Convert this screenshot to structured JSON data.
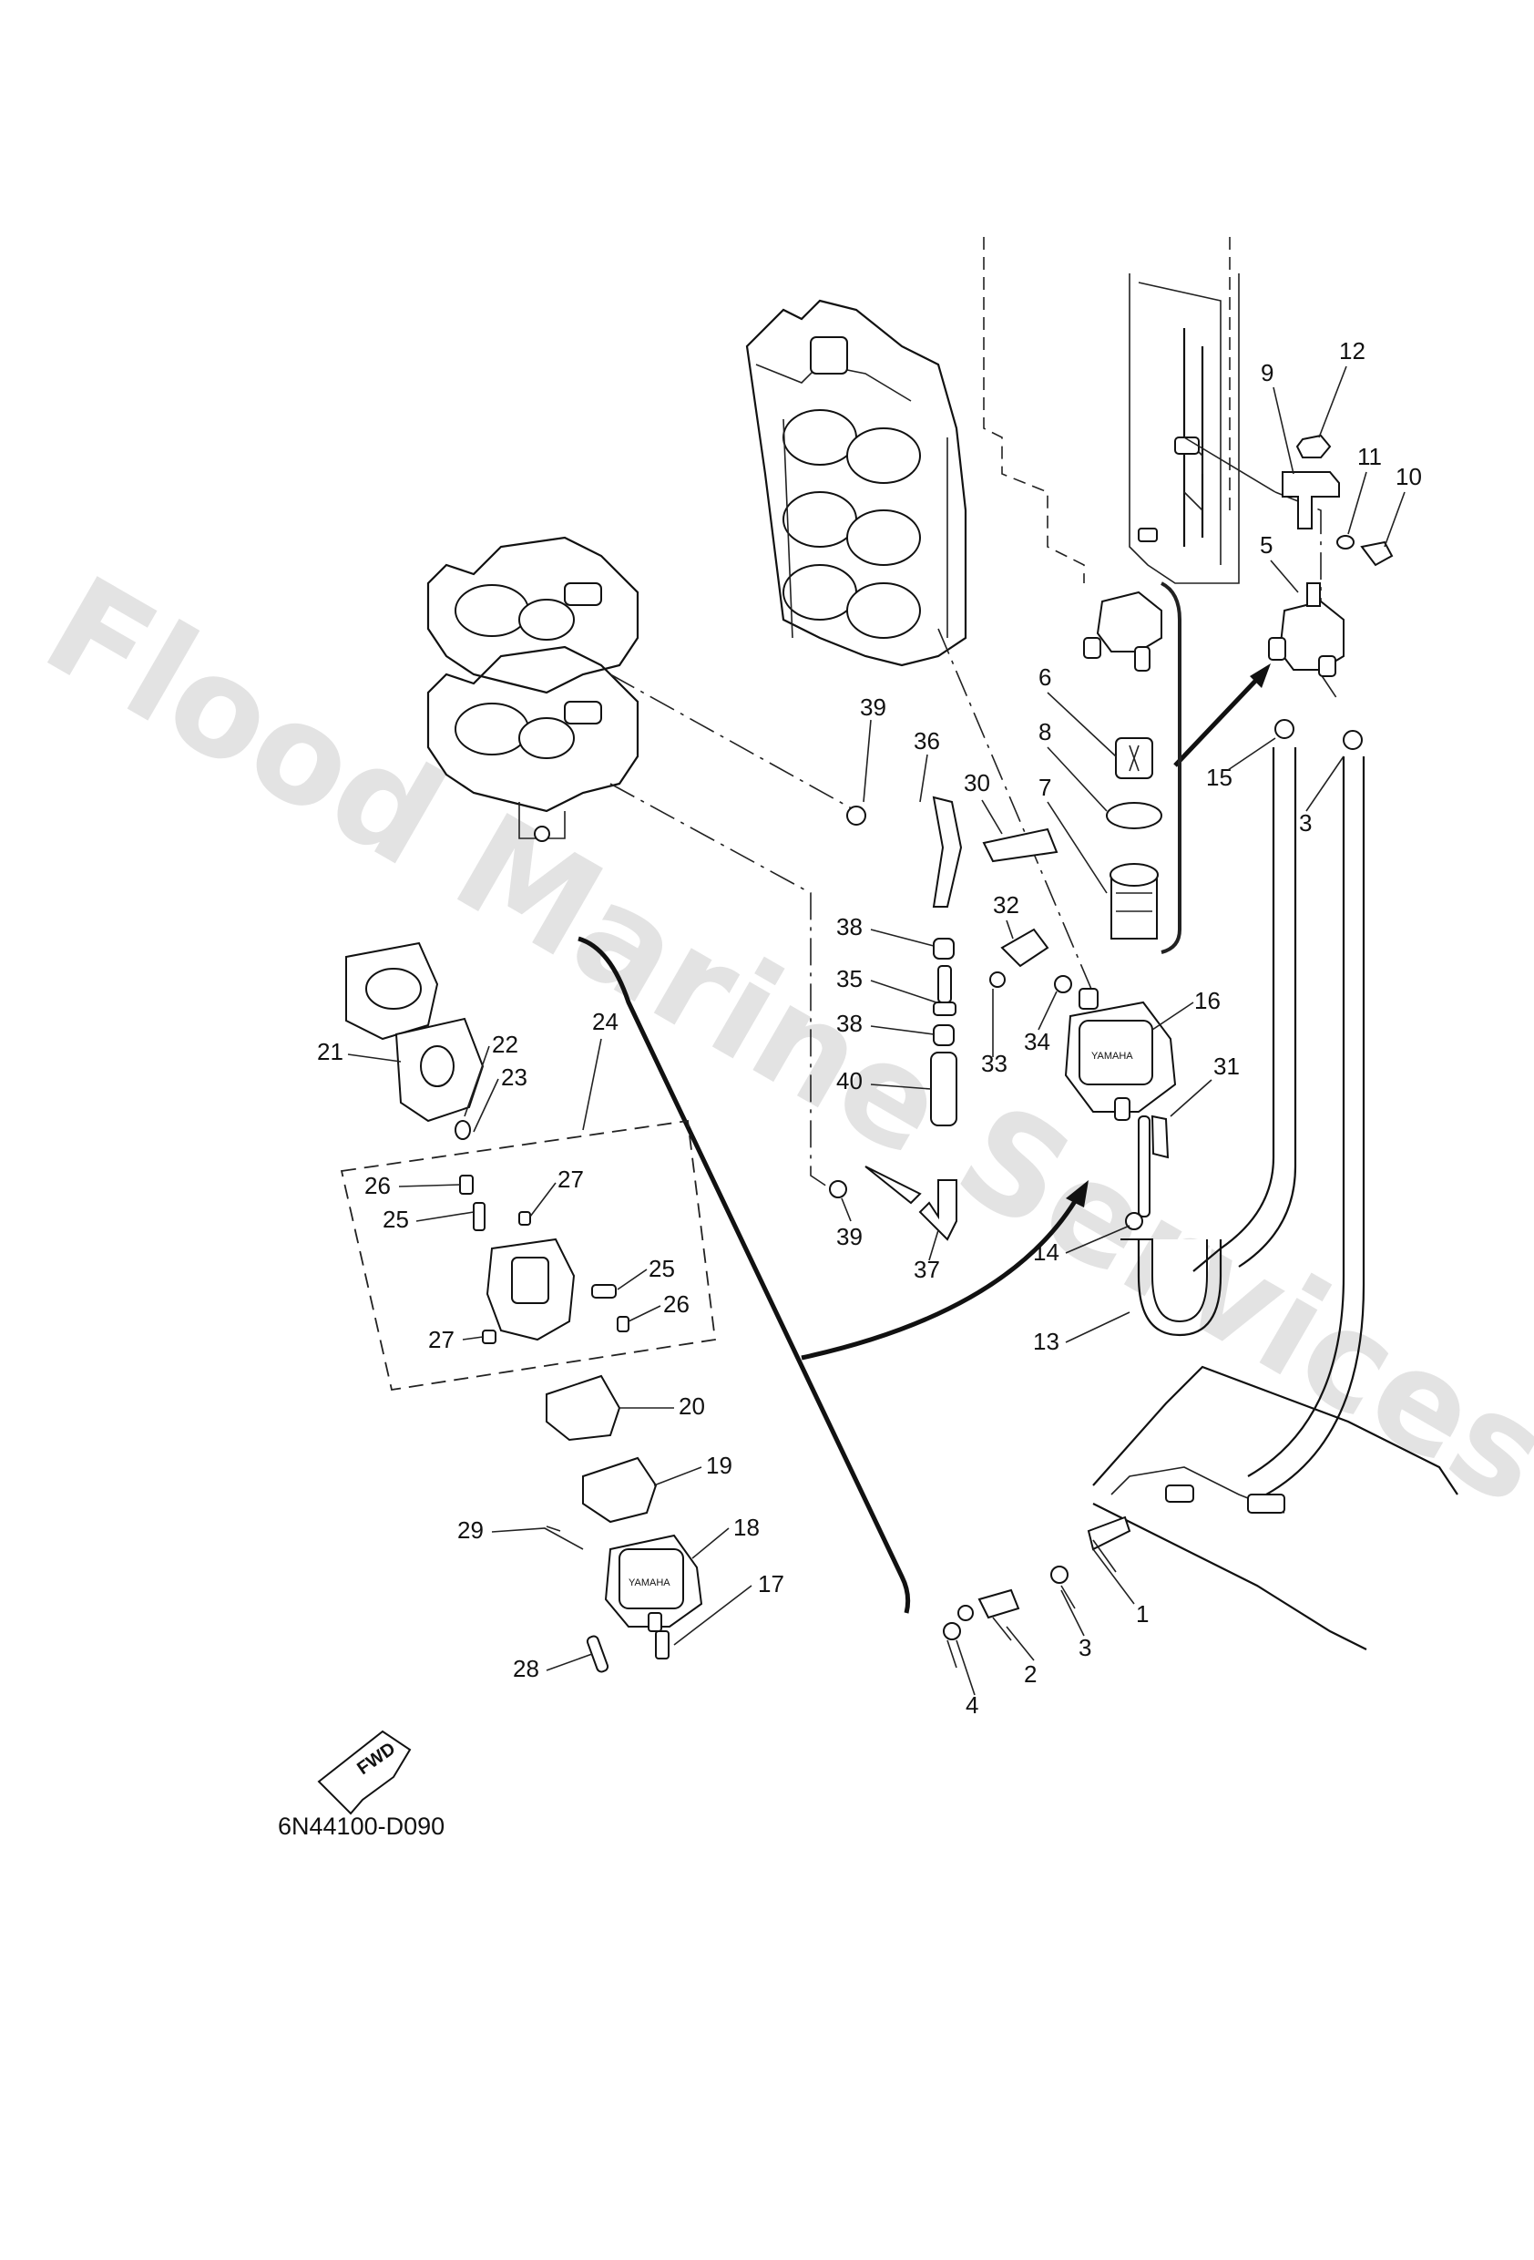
{
  "watermark": "Flood Marine Services",
  "part_code": "6N44100-D090",
  "fwd_label": "FWD",
  "brand_on_part": "YAMAHA",
  "callouts": {
    "c1": "1",
    "c2": "2",
    "c3a": "3",
    "c3b": "3",
    "c4": "4",
    "c5": "5",
    "c6": "6",
    "c7": "7",
    "c8": "8",
    "c9": "9",
    "c10": "10",
    "c11": "11",
    "c12": "12",
    "c13": "13",
    "c14": "14",
    "c15": "15",
    "c16": "16",
    "c17": "17",
    "c18": "18",
    "c19": "19",
    "c20": "20",
    "c21": "21",
    "c22": "22",
    "c23": "23",
    "c24": "24",
    "c25a": "25",
    "c25b": "25",
    "c26a": "26",
    "c26b": "26",
    "c27a": "27",
    "c27b": "27",
    "c28": "28",
    "c29": "29",
    "c30": "30",
    "c31": "31",
    "c32": "32",
    "c33": "33",
    "c34": "34",
    "c35": "35",
    "c36": "36",
    "c37": "37",
    "c38a": "38",
    "c38b": "38",
    "c39a": "39",
    "c39b": "39",
    "c40": "40"
  }
}
